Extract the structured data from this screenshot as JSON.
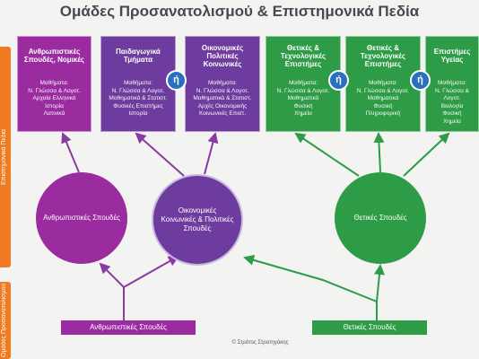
{
  "title": "Ομάδες Προσανατολισμού & Επιστημονικά Πεδία",
  "side_tabs": [
    "Επιστημονικά Πεδία",
    "Ομάδες Προσανατολισμού"
  ],
  "fields": [
    {
      "title": "Ανθρωπιστικές Σπουδές, Νομικές",
      "color": "#9a2ca0",
      "items": [
        "Μαθήματα:",
        "Ν. Γλώσσα & Λογοτ.",
        "Αρχαία Ελληνικά",
        "Ιστορία",
        "Λατινικά"
      ]
    },
    {
      "title": "Παιδαγωγικά Τμήματα",
      "color": "#6e3c9e",
      "items": [
        "Μαθήματα:",
        "Ν. Γλώσσα & Λογοτ.",
        "Μαθηματικά & Στατιστ.",
        "Φυσικές Επιστήμες",
        "Ιστορία"
      ]
    },
    {
      "title": "Οικονομικές Πολιτικές Κοινωνικές",
      "color": "#6e3c9e",
      "items": [
        "Μαθήματα:",
        "Ν. Γλώσσα & Λογοτ.",
        "Μαθηματικά & Στατιστ.",
        "Αρχές Οικονομικής",
        "Κοινωνικές Επιστ."
      ]
    },
    {
      "title": "Θετικές & Τεχνολογικές Επιστήμες",
      "color": "#2e9b46",
      "items": [
        "Μαθήματα:",
        "Ν. Γλώσσα & Λογοτ.",
        "Μαθηματικά",
        "Φυσική",
        "Χημεία"
      ]
    },
    {
      "title": "Θετικές & Τεχνολογικές Επιστήμες",
      "color": "#2e9b46",
      "items": [
        "Μαθήματα:",
        "Ν. Γλώσσα & Λογοτ.",
        "Μαθηματικά",
        "Φυσική",
        "Πληροφορική"
      ]
    },
    {
      "title": "Επιστήμες Υγείας",
      "color": "#2e9b46",
      "items": [
        "Μαθήματα:",
        "Ν. Γλώσσα & Λογοτ.",
        "Βιολογία",
        "Φυσική",
        "Χημεία"
      ]
    }
  ],
  "badges": [
    "ή",
    "ή",
    "ή"
  ],
  "groups": [
    {
      "label": "Ανθρωπιστικές Σπουδές",
      "color": "#9a2ca0"
    },
    {
      "label": "Οικονομικές Κοινωνικές & Πολιτικές Σπουδές",
      "color": "#6e3c9e"
    },
    {
      "label": "Θετικές Σπουδές",
      "color": "#2e9b46"
    }
  ],
  "bars": [
    {
      "label": "Ανθρωπιστικές Σπουδές",
      "color": "#9a2ca0"
    },
    {
      "label": "Θετικές Σπουδές",
      "color": "#2e9b46"
    }
  ],
  "copyright": "© Στράτος Στρατηγάκης"
}
